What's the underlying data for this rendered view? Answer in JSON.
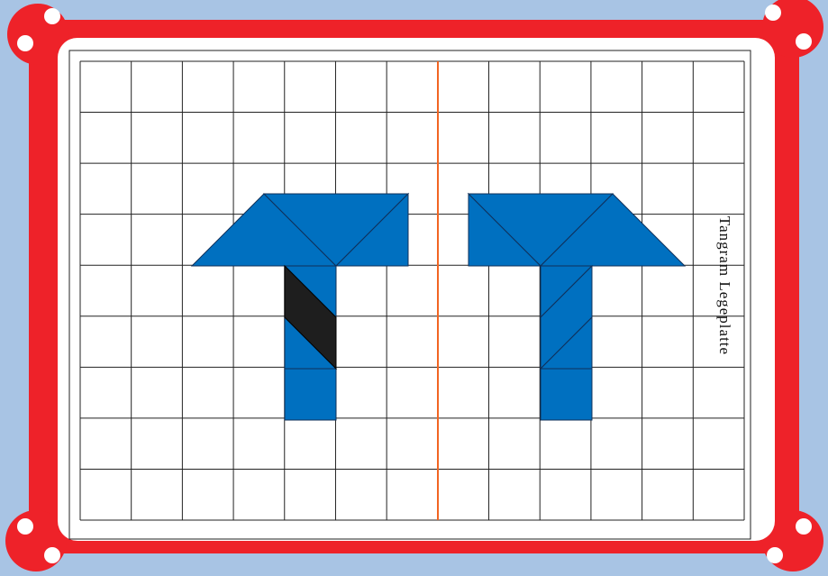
{
  "board": {
    "title": "Tangram Legeplatte",
    "grid_columns": 13,
    "grid_rows": 9,
    "mirror_axis_after_column": 7
  },
  "colors": {
    "background": "#a8c4e4",
    "frame": "#ee2229",
    "board": "#ffffff",
    "grid_line": "#222222",
    "mirror_line": "#f26522",
    "piece_blue": "#0070c0",
    "piece_selected": "#1e1e1e"
  },
  "pieces": {
    "left_figure": [
      {
        "id": "left-parallelogram-top",
        "color": "blue",
        "cells": [
          [
            0,
            0
          ]
        ]
      },
      {
        "id": "left-large-triangle-1",
        "color": "blue"
      },
      {
        "id": "left-large-triangle-2",
        "color": "blue"
      },
      {
        "id": "left-medium-triangle",
        "color": "blue"
      },
      {
        "id": "left-small-triangle",
        "color": "blue"
      },
      {
        "id": "left-square-stem",
        "color": "blue"
      },
      {
        "id": "left-parallelogram-selected",
        "color": "black",
        "selected": true
      }
    ],
    "right_figure": [
      {
        "id": "right-trapezoid-top",
        "color": "blue"
      },
      {
        "id": "right-triangles-top",
        "color": "blue"
      },
      {
        "id": "right-stem",
        "color": "blue"
      }
    ]
  }
}
